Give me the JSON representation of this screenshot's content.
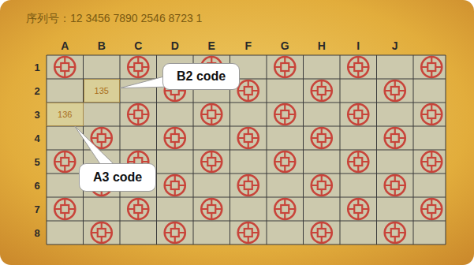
{
  "diagram": {
    "nodes": [
      {
        "text": [
          "B2 code"
        ]
      },
      {
        "text": [
          "135"
        ]
      },
      {
        "text": [
          "136"
        ]
      },
      {
        "text": [
          "A3 code"
        ]
      }
    ],
    "edges": [
      {
        "from": 0,
        "to": 1,
        "arrow": "none"
      },
      {
        "from": 3,
        "to": 2,
        "arrow": "none"
      }
    ],
    "labels": [
      "序列号：12 3456 7890 2546 8723 1",
      "A",
      "B",
      "C",
      "D",
      "E",
      "F",
      "G",
      "H",
      "I",
      "J",
      "1",
      "2",
      "3",
      "4",
      "5",
      "6",
      "7",
      "8"
    ]
  }
}
